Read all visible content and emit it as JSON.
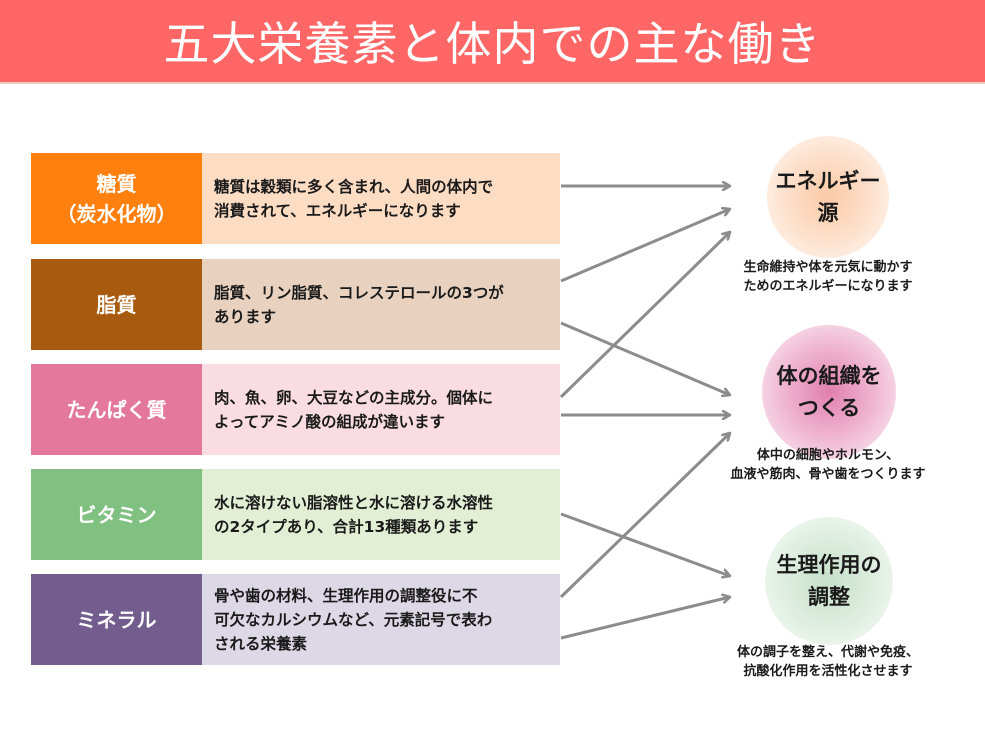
{
  "header": {
    "title": "五大栄養素と体内での主な働き",
    "color": "#FF6767"
  },
  "nutrients": [
    {
      "label": "糖質\n（炭水化物）",
      "description": "糖質は穀類に多く含まれ、人間の体内で\n消費されて、エネルギーになります",
      "label_color": "#FF7F0F",
      "bg_color": "#FDDCC4"
    },
    {
      "label": "脂質",
      "description": "脂質、リン脂質、コレステロールの3つが\nあります",
      "label_color": "#A85A0E",
      "bg_color": "#E8D2BF"
    },
    {
      "label": "たんぱく質",
      "description": "肉、魚、卵、大豆などの主成分。個体に\nよってアミノ酸の組成が違います",
      "label_color": "#E4789C",
      "bg_color": "#F9DDE3"
    },
    {
      "label": "ビタミン",
      "description": "水に溶けない脂溶性と水に溶ける水溶性\nの2タイプあり、合計13種類あります",
      "label_color": "#80C080",
      "bg_color": "#E3EFD5"
    },
    {
      "label": "ミネラル",
      "description": "骨や歯の材料、生理作用の調整役に不\n可欠なカルシウムなど、元素記号で表わ\nされる栄養素",
      "label_color": "#725D8E",
      "bg_color": "#DCD8E6"
    }
  ],
  "functions": [
    {
      "title": "エネルギー源",
      "description": "生命維持や体を元気に動かす\nためのエネルギーになります",
      "color": "#FBC9A6"
    },
    {
      "title": "体の組織を\nつくる",
      "description": "体中の細胞やホルモン、\n血液や筋肉、骨や歯をつくります",
      "color": "#E58BB5"
    },
    {
      "title": "生理作用の\n調整",
      "description": "体の調子を整え、代謝や免疫、\n抗酸化作用を活性化させます",
      "color": "#CFE5D2"
    }
  ],
  "connections": [
    {
      "from": "糖質",
      "to": "エネルギー源"
    },
    {
      "from": "脂質",
      "to": "エネルギー源"
    },
    {
      "from": "たんぱく質",
      "to": "エネルギー源"
    },
    {
      "from": "脂質",
      "to": "体の組織をつくる"
    },
    {
      "from": "たんぱく質",
      "to": "体の組織をつくる"
    },
    {
      "from": "ミネラル",
      "to": "体の組織をつくる"
    },
    {
      "from": "ビタミン",
      "to": "生理作用の調整"
    },
    {
      "from": "ミネラル",
      "to": "生理作用の調整"
    }
  ],
  "arrow_color": "#8C8C8C"
}
